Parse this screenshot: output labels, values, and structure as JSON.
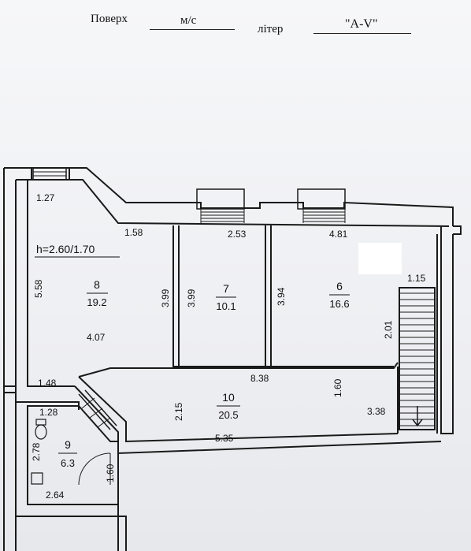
{
  "header": {
    "floor_label": "Поверх",
    "floor_value": "м/с",
    "letter_label": "літер",
    "letter_value": "\"A-V\""
  },
  "plan": {
    "height_label": "h=2.60/1.70",
    "rooms": [
      {
        "id": "8",
        "number": "8",
        "area": "19.2"
      },
      {
        "id": "7",
        "number": "7",
        "area": "10.1"
      },
      {
        "id": "6",
        "number": "6",
        "area": "16.6"
      },
      {
        "id": "10",
        "number": "10",
        "area": "20.5"
      },
      {
        "id": "9",
        "number": "9",
        "area": "6.3"
      }
    ],
    "dimensions": {
      "d_1_27": "1.27",
      "d_1_58": "1.58",
      "d_2_53": "2.53",
      "d_4_81": "4.81",
      "d_1_15": "1.15",
      "d_5_58": "5.58",
      "d_3_99_a": "3.99",
      "d_3_99_b": "3.99",
      "d_3_94": "3.94",
      "d_2_01": "2.01",
      "d_4_07": "4.07",
      "d_8_38": "8.38",
      "d_1_48": "1.48",
      "d_1_28": "1.28",
      "d_2_15": "2.15",
      "d_1_60_a": "1.60",
      "d_3_38": "3.38",
      "d_5_35": "5.35",
      "d_2_78": "2.78",
      "d_1_60_b": "1.60",
      "d_2_64": "2.64"
    }
  }
}
